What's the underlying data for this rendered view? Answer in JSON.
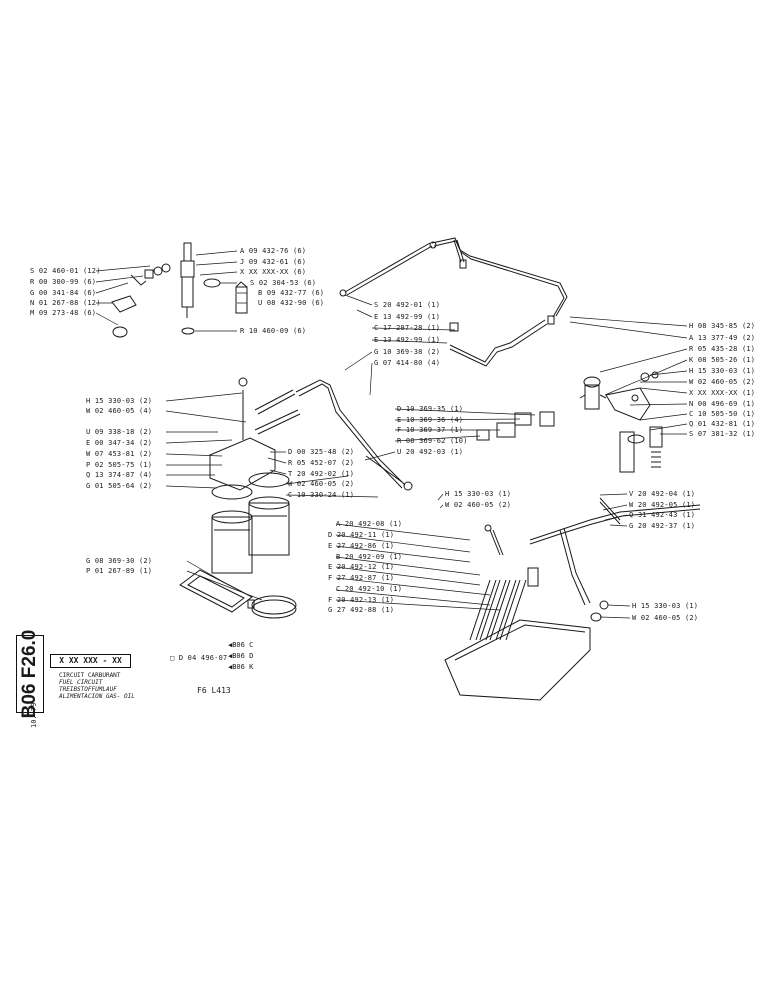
{
  "document": {
    "sheet_code": "B06 F26.0",
    "date": "10.-79",
    "part_code": "X XX XXX - XX",
    "title_lines": [
      "CIRCUIT CARBURANT",
      "FUEL CIRCUIT",
      "TREIBSTOFFUMLAUF",
      "ALIMENTACION GAS- OIL"
    ],
    "model": "F6 L413",
    "alt_part": "D 04 496-07",
    "variants": [
      "B06 C",
      "B06 D",
      "B06 K"
    ]
  },
  "labels": {
    "left_top": [
      "S 02 460-01 (12)",
      "R 00 300-99 (6)",
      "G 00 341-84 (6)",
      "N 01 267-88 (12)",
      "M 09 273-48 (6)"
    ],
    "injector": [
      "A 09 432-76 (6)",
      "J 09 432-61 (6)",
      "X XX XXX-XX (6)",
      "S 02 304-53 (6)",
      "B 09 432-77 (6)",
      "U 08 432-90 (6)",
      "R 10 460-09 (6)"
    ],
    "pipes_center": [
      "S 20 492-01 (1)",
      "E 13 492-99 (1)",
      "C 17 287-28 (1)",
      "E 13 492-99 (1)",
      "G 10 369-38 (2)",
      "G 07 414-80 (4)"
    ],
    "right_top": [
      "H 08 345-85 (2)",
      "A 13 377-49 (2)",
      "R 05 435-28 (1)",
      "K 08 505-26 (1)",
      "H 15 330-03 (1)",
      "W 02 460-05 (2)",
      "X XX XXX-XX (1)",
      "N 00 496-69 (1)",
      "C 10 505-50 (1)",
      "Q 01 432-81 (1)",
      "S 07 381-32 (1)"
    ],
    "filter_left": [
      "H 15 330-03 (2)",
      "W 02 460-05 (4)",
      "U 09 338-18 (2)",
      "E 00 347-34 (2)",
      "W 07 453-81 (2)",
      "P 02 505-75 (1)",
      "Q 13 374-87 (4)",
      "G 01 505-64 (2)"
    ],
    "filter_right": [
      "D 00 325-48 (2)",
      "R 05 452-07 (2)",
      "T 20 492-02 (1)",
      "W 02 460-05 (2)",
      "C 10 330-24 (1)"
    ],
    "clamps": [
      "D 10 369-35 (1)",
      "E 10 369-36 (4)",
      "F 10 369-37 (1)",
      "R 08 369-62 (10)",
      "U 20 492-03 (1)"
    ],
    "mid_right": [
      "H 15 330-03 (1)",
      "W 02 460-05 (2)"
    ],
    "far_right": [
      "V 20 492-04 (1)",
      "W 20 492-05 (1)",
      "Q 31 492-43 (1)",
      "G 20 492-37 (1)"
    ],
    "pump_lines": [
      "A 20 492-08 (1)",
      "D 20 492-11 (1)",
      "E 27 492-86 (1)",
      "B 20 492-09 (1)",
      "E 20 492-12 (1)",
      "F 27 492-87 (1)",
      "C 20 492-10 (1)",
      "F 20 492-13 (1)",
      "G 27 492-88 (1)"
    ],
    "bottom_left": [
      "G 08 369-30 (2)",
      "P 01 267-89 (1)"
    ],
    "bottom_right": [
      "H 15 330-03 (1)",
      "W 02 460-05 (2)"
    ]
  }
}
